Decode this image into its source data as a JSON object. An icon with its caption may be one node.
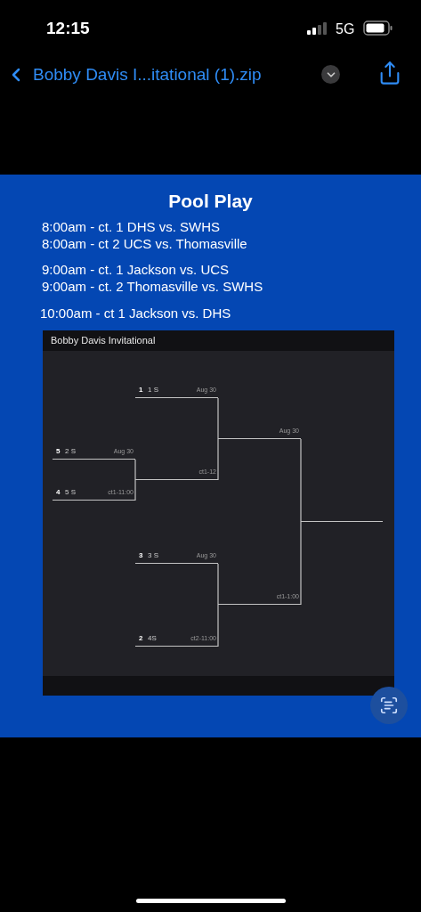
{
  "diagram": {
    "title": "Pool Play",
    "nodes": [
      {
        "text": [
          "1",
          "1 S",
          "Aug 30"
        ]
      },
      {
        "text": [
          "5",
          "2 S",
          "Aug 30"
        ]
      },
      {
        "text": [
          "4",
          "5 S",
          "ct1-11:00"
        ]
      },
      {
        "text": [
          "ct1-12"
        ]
      },
      {
        "text": [
          "Aug 30"
        ]
      },
      {
        "text": [
          "3",
          "3 S",
          "Aug 30"
        ]
      },
      {
        "text": [
          "2",
          "4S",
          "ct2-11:00"
        ]
      },
      {
        "text": [
          "ct1-1:00"
        ]
      },
      {
        "text": [],
        "shape": "bar"
      }
    ],
    "edges": [
      {
        "from": 1,
        "to": 3,
        "arrow": "none"
      },
      {
        "from": 2,
        "to": 3,
        "arrow": "none"
      },
      {
        "from": 0,
        "to": 4,
        "arrow": "none"
      },
      {
        "from": 3,
        "to": 4,
        "arrow": "none"
      },
      {
        "from": 5,
        "to": 7,
        "arrow": "none"
      },
      {
        "from": 6,
        "to": 7,
        "arrow": "none"
      },
      {
        "from": 4,
        "to": 8,
        "arrow": "none"
      },
      {
        "from": 7,
        "to": 8,
        "arrow": "none"
      }
    ],
    "labels": [
      "12:15",
      "5G",
      "Bobby Davis I...itational (1).zip",
      "8:00am - ct. 1 DHS vs. SWHS",
      "8:00am - ct 2 UCS vs. Thomasville",
      "9:00am - ct. 1 Jackson vs. UCS",
      "9:00am - ct. 2 Thomasville vs. SWHS",
      "10:00am - ct 1 Jackson vs. DHS",
      "Bobby Davis Invitational"
    ]
  }
}
